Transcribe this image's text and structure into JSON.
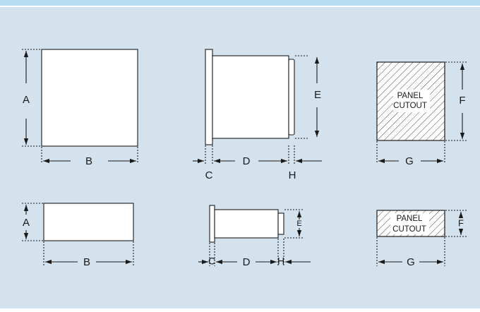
{
  "colors": {
    "top_band": "#b8dcf0",
    "panel": "#d3e2ed",
    "ink": "#1a1a1a",
    "fill": "#ffffff"
  },
  "large": {
    "front": {
      "height_label": "A",
      "width_label": "B"
    },
    "side": {
      "flange_label": "C",
      "depth_label": "D",
      "height_label": "E",
      "rear_label": "H"
    },
    "cutout": {
      "text_line1": "PANEL",
      "text_line2": "CUTOUT",
      "height_label": "F",
      "width_label": "G"
    }
  },
  "small": {
    "front": {
      "height_label": "A",
      "width_label": "B"
    },
    "side": {
      "flange_label": "C",
      "depth_label": "D",
      "height_label": "E",
      "rear_label": "H"
    },
    "cutout": {
      "text_line1": "PANEL",
      "text_line2": "CUTOUT",
      "height_label": "F",
      "width_label": "G"
    }
  }
}
